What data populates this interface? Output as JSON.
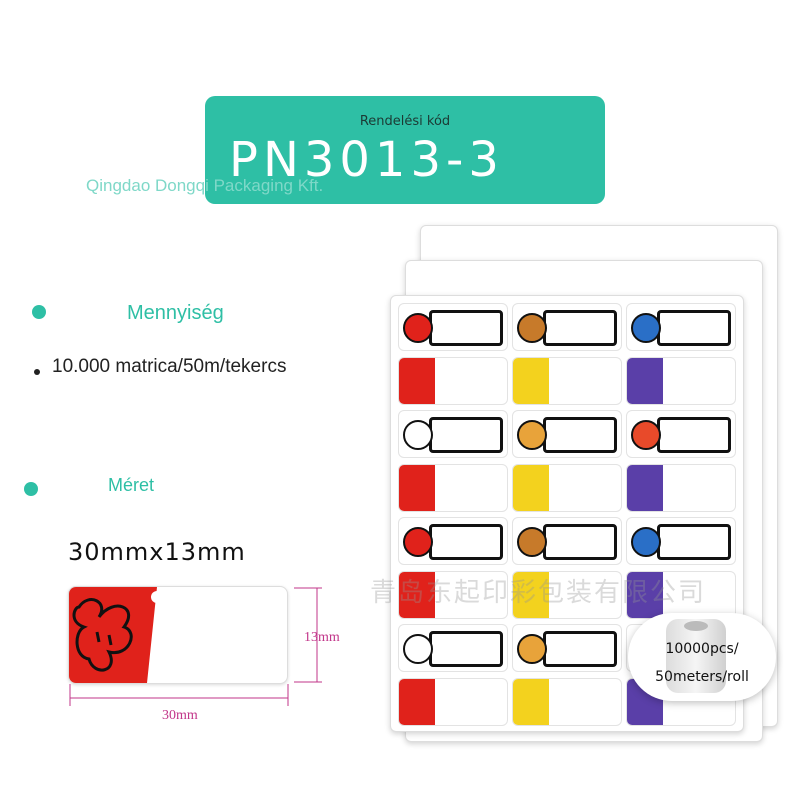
{
  "banner": {
    "subtitle": "Rendelési kód",
    "code": "PN3013-3"
  },
  "company": "Qingdao Dongqi Packaging Kft.",
  "quantity": {
    "label": "Mennyiség",
    "value": "10.000 matrica/50m/tekercs"
  },
  "size": {
    "label": "Méret",
    "value": "30mmx13mm",
    "height": "13mm",
    "width": "30mm"
  },
  "roll": {
    "line1": "10000pcs/",
    "line2": "50meters/roll"
  },
  "watermark": "青岛东起印彩包装有限公司",
  "colors": {
    "accent": "#2ebfa5",
    "dimension": "#c2368a",
    "red": "#e0221b",
    "yellow": "#f3d21e",
    "purple": "#5a3fa8"
  }
}
